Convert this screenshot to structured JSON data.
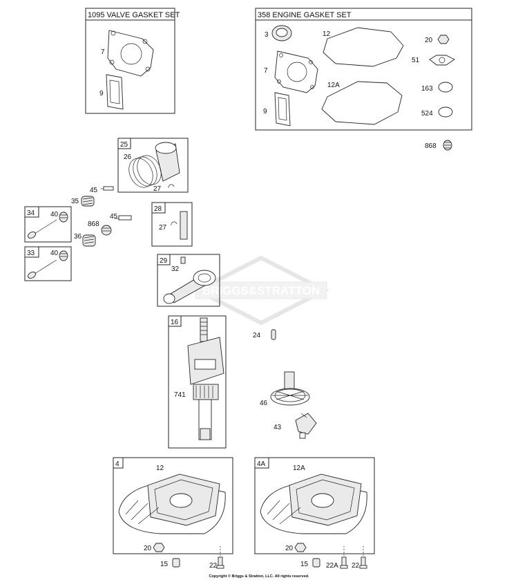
{
  "watermark": {
    "text": "BRIGGS&STRATTON"
  },
  "copyright": "Copyright © Briggs & Stratton, LLC. All rights reserved.",
  "kits": {
    "valve_gasket_set": {
      "title": "1095 VALVE GASKET SET",
      "labels": [
        "7",
        "9"
      ]
    },
    "engine_gasket_set": {
      "title": "358 ENGINE GASKET SET",
      "labels": [
        "3",
        "7",
        "9",
        "12",
        "12A",
        "20",
        "51",
        "163",
        "524"
      ]
    },
    "piston": {
      "tag": "25",
      "labels": [
        "26",
        "27"
      ]
    },
    "pin": {
      "tag": "28",
      "labels": [
        "27"
      ]
    },
    "connecting_rod": {
      "tag": "29",
      "labels": [
        "32"
      ]
    },
    "crankshaft": {
      "tag": "16",
      "labels": [
        "741"
      ]
    },
    "exhaust_valve": {
      "tag": "34",
      "labels": [
        "40"
      ]
    },
    "intake_valve": {
      "tag": "33",
      "labels": [
        "40"
      ]
    },
    "sump": {
      "tag": "4",
      "labels": [
        "12",
        "20"
      ]
    },
    "sump_alt": {
      "tag": "4A",
      "labels": [
        "12A",
        "20"
      ]
    }
  },
  "loose_parts": {
    "seal_868_right": "868",
    "retainer_45_upper": "45",
    "spring_35": "35",
    "retainer_45_lower": "45",
    "seal_868_left": "868",
    "spring_36": "36",
    "dowel_24": "24",
    "cam_gear_46": "46",
    "governor_43": "43",
    "plug_15_left": "15",
    "bolt_22_left": "22",
    "plug_15_right": "15",
    "bolt_22a": "22A",
    "bolt_22_right": "22"
  }
}
